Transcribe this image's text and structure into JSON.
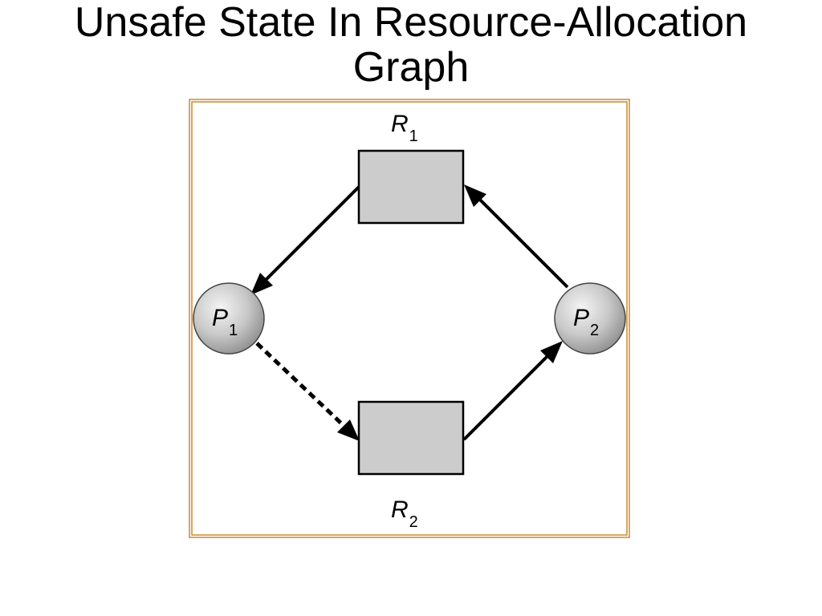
{
  "slide": {
    "title_line1": "Unsafe State In Resource-Allocation",
    "title_line2": "Graph"
  },
  "graph": {
    "frame_color": "#C88A2E",
    "resource_fill": "#CCCCCC",
    "process_fill": "#C9C9C9",
    "edge_color": "#000000",
    "nodes": {
      "r1": {
        "letter": "R",
        "subscript": "1"
      },
      "r2": {
        "letter": "R",
        "subscript": "2"
      },
      "p1": {
        "letter": "P",
        "subscript": "1"
      },
      "p2": {
        "letter": "P",
        "subscript": "2"
      }
    },
    "edges": [
      {
        "from": "R1",
        "to": "P1",
        "kind": "assignment",
        "style": "solid"
      },
      {
        "from": "P2",
        "to": "R1",
        "kind": "request",
        "style": "solid"
      },
      {
        "from": "R2",
        "to": "P2",
        "kind": "assignment",
        "style": "solid"
      },
      {
        "from": "P1",
        "to": "R2",
        "kind": "claim",
        "style": "dashed"
      }
    ]
  }
}
